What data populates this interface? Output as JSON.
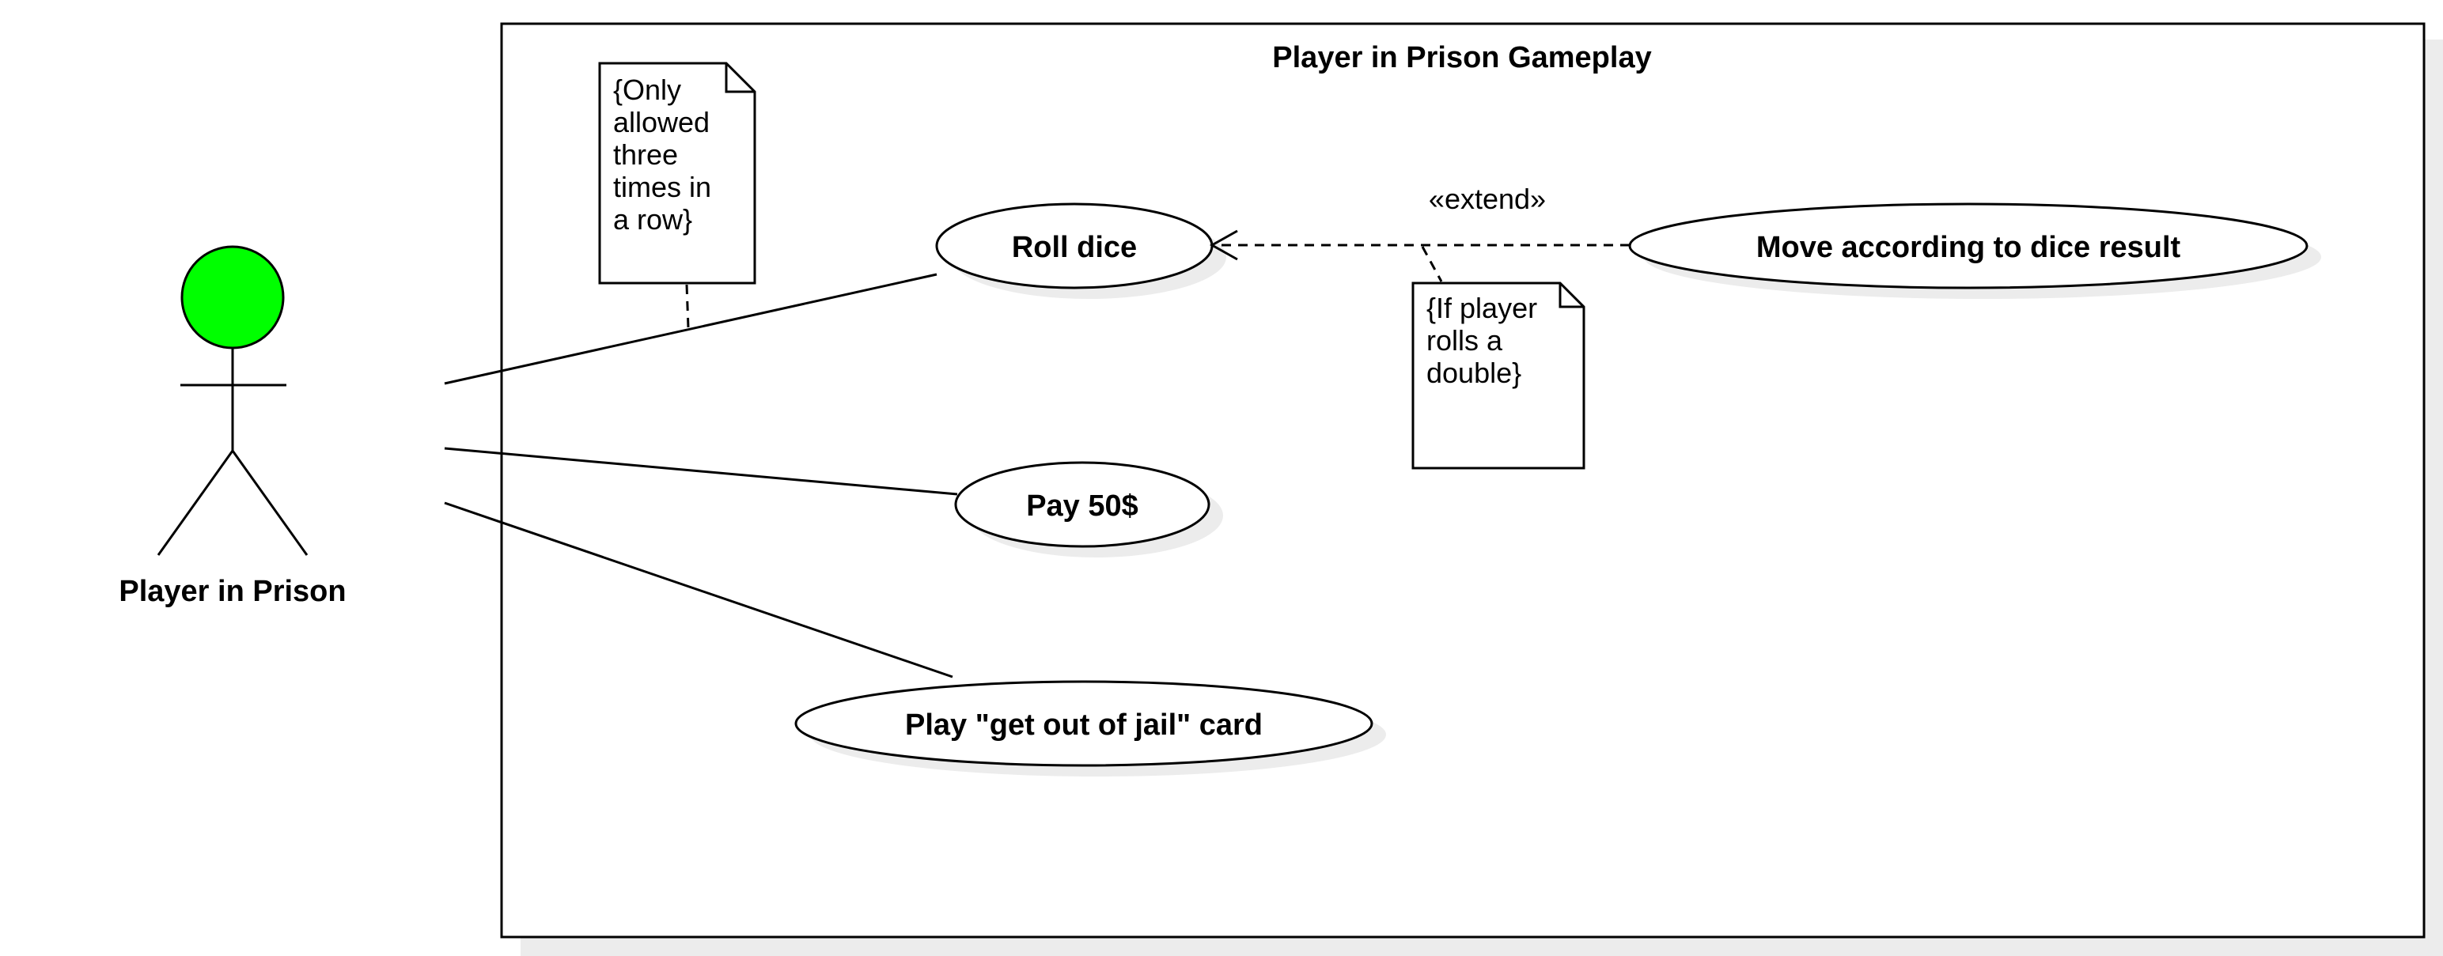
{
  "system": {
    "title": "Player in Prison Gameplay"
  },
  "actor": {
    "name": "Player in Prison",
    "head_color": "#00ff00"
  },
  "use_cases": [
    {
      "label": "Roll dice"
    },
    {
      "label": "Pay 50$"
    },
    {
      "label": "Play \"get out of jail\" card"
    },
    {
      "label": "Move according to dice result"
    }
  ],
  "relations": {
    "extend_label": "«extend»"
  },
  "notes": [
    {
      "lines": [
        "{Only",
        "allowed",
        "three",
        "times in",
        "a row}"
      ]
    },
    {
      "lines": [
        "{If player",
        "rolls a",
        "double}"
      ]
    }
  ]
}
